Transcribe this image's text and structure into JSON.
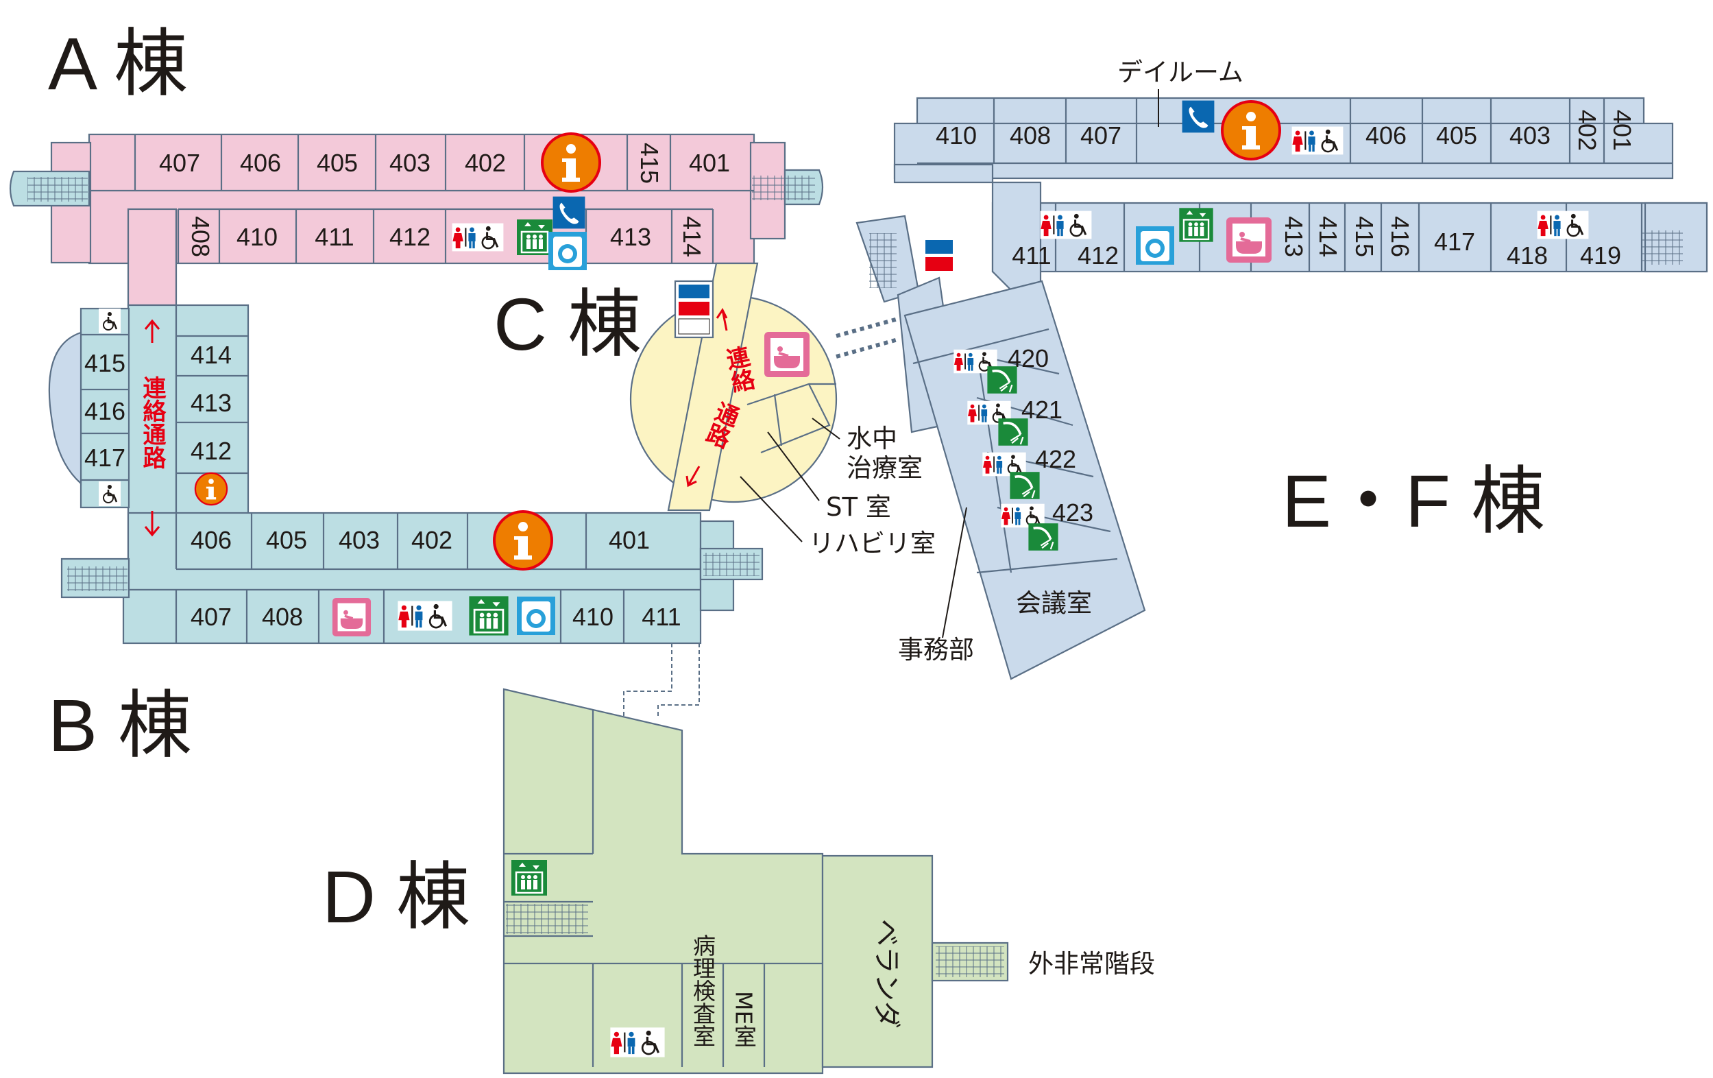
{
  "buildings": {
    "a": "A 棟",
    "b": "B 棟",
    "c": "C 棟",
    "d": "D 棟",
    "ef": "E・F 棟"
  },
  "rooms": {
    "a_top": [
      "407",
      "406",
      "405",
      "403",
      "402",
      "415",
      "401"
    ],
    "a_bottom": [
      "408",
      "410",
      "411",
      "412",
      "413",
      "414"
    ],
    "b_left": [
      "415",
      "416",
      "417"
    ],
    "b_inner": [
      "414",
      "413",
      "412"
    ],
    "b_mid": [
      "406",
      "405",
      "403",
      "402",
      "401"
    ],
    "b_bottom": [
      "407",
      "408",
      "410",
      "411"
    ],
    "ef_top": [
      "410",
      "408",
      "407",
      "406",
      "405",
      "403",
      "402",
      "401"
    ],
    "ef_second": [
      "411",
      "412",
      "413",
      "414",
      "415",
      "416",
      "417",
      "418",
      "419"
    ],
    "f_wing": [
      "420",
      "421",
      "422",
      "423"
    ]
  },
  "labels": {
    "dayroom": "デイルーム",
    "hydro": "水中",
    "hydro2": "治療室",
    "st": "ST 室",
    "rehab": "リハビリ室",
    "meeting": "会議室",
    "office": "事務部",
    "veranda": "ベランダ",
    "pathology": "病理検査室",
    "me": "ME室",
    "stairs": "外非常階段",
    "corridor_b": "連絡通路",
    "corridor_c1": "連絡",
    "corridor_c2": "通路"
  },
  "icons": {
    "info": "i",
    "phone": "phone-icon",
    "restroom": "restroom-icon",
    "wheelchair": "wheelchair-icon",
    "elevator": "elevator-icon",
    "laundry": "washing-machine-icon",
    "bath": "bathtub-icon",
    "shower": "shower-icon"
  },
  "colors": {
    "building_a": "#f3c9d9",
    "building_b": "#bcdee3",
    "building_c": "#fcf4c3",
    "building_d": "#d3e4c0",
    "building_ef": "#cadaeb",
    "info_orange": "#ee7d00",
    "green_icon": "#1a8a3a",
    "blue_icon": "#0a67b0",
    "pink_icon": "#e46b98",
    "red_text": "#e60012"
  }
}
